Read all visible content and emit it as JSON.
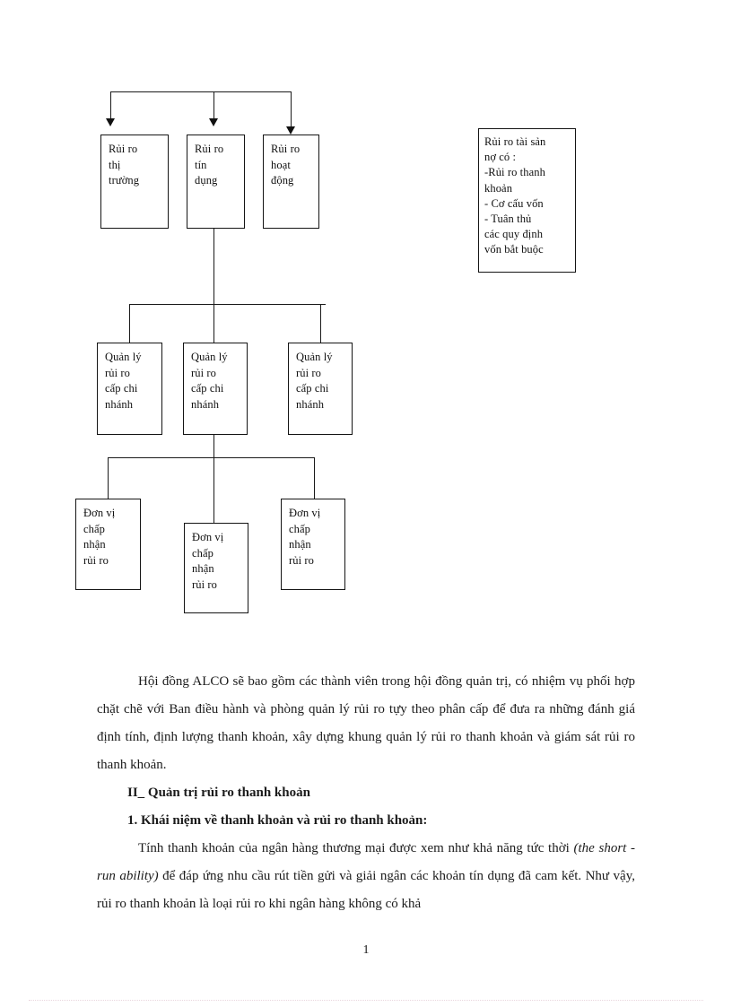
{
  "document": {
    "page_number": "1"
  },
  "diagram": {
    "name": "risk-management-org-chart",
    "level1": [
      {
        "id": "risk-market",
        "text": "Rủi ro\nthị\ntrường"
      },
      {
        "id": "risk-credit",
        "text": "Rủi ro\ntín\ndụng"
      },
      {
        "id": "risk-operational",
        "text": "Rủi ro\nhoạt\nđộng"
      }
    ],
    "aside": {
      "id": "asset-liability-risk",
      "text": "Rủi ro tài sản\nnợ có :\n-Rủi ro thanh\nkhoản\n- Cơ cấu vốn\n- Tuân thủ\ncác quy định\nvốn bắt buộc"
    },
    "level2": [
      {
        "id": "branch-risk-mgmt-1",
        "text": "Quản lý\nrủi ro\ncấp chi\nnhánh"
      },
      {
        "id": "branch-risk-mgmt-2",
        "text": "Quản lý\nrủi ro\ncấp chi\nnhánh"
      },
      {
        "id": "branch-risk-mgmt-3",
        "text": "Quản lý\nrủi ro\ncấp chi\nnhánh"
      }
    ],
    "level3": [
      {
        "id": "risk-taking-unit-1",
        "text": "Đơn vị\nchấp\nnhận\nrủi ro"
      },
      {
        "id": "risk-taking-unit-2",
        "text": "Đơn vị\nchấp\nnhận\nrủi ro"
      },
      {
        "id": "risk-taking-unit-3",
        "text": "Đơn vị\nchấp\nnhận\nrủi ro"
      }
    ]
  },
  "content": {
    "paragraph_1": "Hội đồng ALCO sẽ bao gồm các thành viên trong hội đồng quản trị, có nhiệm vụ phối hợp chặt chẽ với Ban điều hành và phòng quản lý rủi ro tựy theo phân cấp để đưa ra những đánh giá định tính, định lượng thanh khoản, xây dựng khung quản lý rủi ro thanh khoản và giám sát rủi ro thanh khoản.",
    "heading_2": "II_ Quản trị rủi ro thanh khoản",
    "heading_2_1": "1. Khái niệm về thanh khoản và rủi ro thanh khoản:",
    "paragraph_2_a": "Tính thanh khoản của ngân hàng thương mại được xem như khả năng tức thời ",
    "paragraph_2_em": "(the short - run ability)",
    "paragraph_2_b": " để đáp ứng nhu cầu rút tiền gửi và giải ngân các khoản tín dụng đã cam kết. Như vậy, rủi ro thanh khoản là loại rủi ro khi ngân hàng không  có khả"
  }
}
